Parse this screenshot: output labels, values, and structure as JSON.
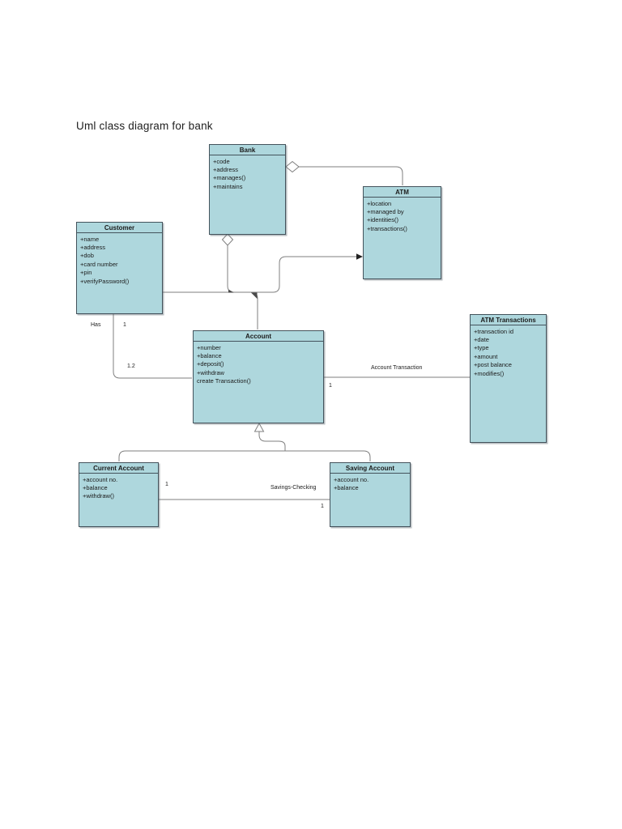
{
  "page": {
    "title": "Uml class diagram for bank"
  },
  "colors": {
    "class_fill": "#aed7dd",
    "class_border": "#44535c",
    "connector_line": "#7f7f7f",
    "text": "#1b1b1b"
  },
  "classes": {
    "bank": {
      "name": "Bank",
      "attributes": [
        "+code",
        "+address",
        "+manages()",
        "+maintains"
      ]
    },
    "customer": {
      "name": "Customer",
      "attributes": [
        "+name",
        "+address",
        "+dob",
        "+card number",
        "+pin",
        "+verifyPassword()"
      ]
    },
    "atm": {
      "name": "ATM",
      "attributes": [
        "+location",
        "+managed by",
        "+identities()",
        "+transactions()"
      ]
    },
    "account": {
      "name": "Account",
      "attributes": [
        "+number",
        "+balance",
        "+deposit()",
        "+withdraw",
        "create Transaction()"
      ]
    },
    "atm_transactions": {
      "name": "ATM Transactions",
      "attributes": [
        "+transaction id",
        "+date",
        "+type",
        "+amount",
        "+post balance",
        "+modifies()"
      ]
    },
    "current_account": {
      "name": "Current Account",
      "attributes": [
        "+account no.",
        "+balance",
        "+withdraw()"
      ]
    },
    "saving_account": {
      "name": "Saving Account",
      "attributes": [
        "+account no.",
        "+balance"
      ]
    }
  },
  "connectors": {
    "customer_account": {
      "name_label": "Has",
      "customer_multiplicity": "1",
      "account_multiplicity": "1.2"
    },
    "account_atm_transactions": {
      "label": "Account Transaction",
      "account_multiplicity": "1"
    },
    "current_saving": {
      "label": "Savings-Checking",
      "current_multiplicity": "1",
      "saving_multiplicity": "1"
    }
  }
}
